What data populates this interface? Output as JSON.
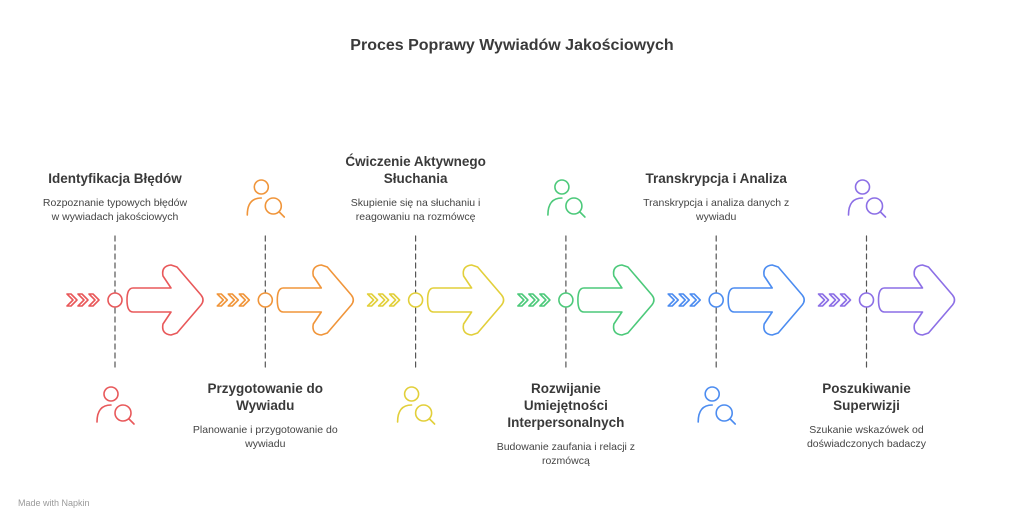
{
  "title": "Proces Poprawy Wywiadów Jakościowych",
  "steps": [
    {
      "title": "Identyfikacja Błędów",
      "description": "Rozpoznanie typowych błędów w wywiadach jakościowych",
      "color": "#e8585a",
      "icon": "person-magnifier-icon",
      "text_position": "top"
    },
    {
      "title": "Przygotowanie do Wywiadu",
      "description": "Planowanie i przygotowanie do wywiadu",
      "color": "#f0953a",
      "icon": "head-search-icon",
      "text_position": "bottom"
    },
    {
      "title": "Ćwiczenie Aktywnego Słuchania",
      "description": "Skupienie się na słuchaniu i reagowaniu na rozmówcę",
      "color": "#e2cf3a",
      "icon": "soundwave-person-icon",
      "text_position": "top"
    },
    {
      "title": "Rozwijanie Umiejętności Interpersonalnych",
      "description": "Budowanie zaufania i relacji z rozmówcą",
      "color": "#4cc97a",
      "icon": "people-laptop-icon",
      "text_position": "bottom"
    },
    {
      "title": "Transkrypcja i Analiza",
      "description": "Transkrypcja i analiza danych z wywiadu",
      "color": "#4c8cf0",
      "icon": "data-flow-chart-icon",
      "text_position": "top"
    },
    {
      "title": "Poszukiwanie Superwizji",
      "description": "Szukanie wskazówek od doświadczonych badaczy",
      "color": "#8c6fe6",
      "icon": "users-search-icon",
      "text_position": "bottom"
    }
  ],
  "footer": "Made with Napkin"
}
